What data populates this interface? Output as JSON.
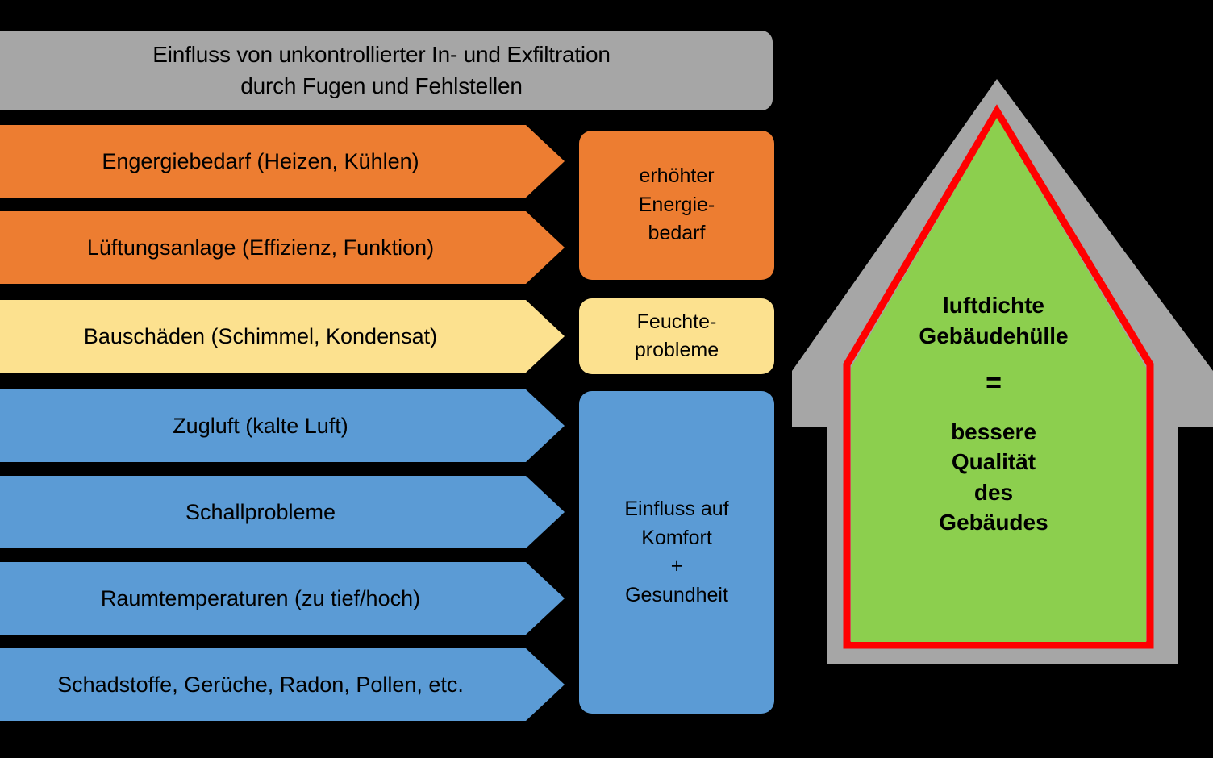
{
  "header": {
    "line1": "Einfluss von unkontrollierter In- und Exfiltration",
    "line2": "durch Fugen und Fehlstellen",
    "color": "#A6A6A6"
  },
  "colors": {
    "orange": "#ED7D31",
    "yellow": "#FCE18F",
    "blue": "#5B9BD5",
    "grey": "#A6A6A6",
    "green": "#8CCF4E",
    "red": "#FF0000",
    "background": "#000000",
    "text": "#000000"
  },
  "arrows": [
    {
      "label": "Engergiebedarf (Heizen, Kühlen)",
      "color": "#ED7D31",
      "group": "energie"
    },
    {
      "label": "Lüftungsanlage (Effizienz, Funktion)",
      "color": "#ED7D31",
      "group": "energie"
    },
    {
      "label": "Bauschäden (Schimmel, Kondensat)",
      "color": "#FCE18F",
      "group": "feuchte"
    },
    {
      "label": "Zugluft (kalte Luft)",
      "color": "#5B9BD5",
      "group": "komfort"
    },
    {
      "label": "Schallprobleme",
      "color": "#5B9BD5",
      "group": "komfort"
    },
    {
      "label": "Raumtemperaturen (zu tief/hoch)",
      "color": "#5B9BD5",
      "group": "komfort"
    },
    {
      "label": "Schadstoffe, Gerüche, Radon, Pollen, etc.",
      "color": "#5B9BD5",
      "group": "komfort"
    }
  ],
  "groups": [
    {
      "id": "energie",
      "color": "#ED7D31",
      "lines": [
        "erhöhter",
        "Energie-",
        "bedarf"
      ]
    },
    {
      "id": "feuchte",
      "color": "#FCE18F",
      "lines": [
        "Feuchte-",
        "probleme"
      ]
    },
    {
      "id": "komfort",
      "color": "#5B9BD5",
      "lines": [
        "Einfluss auf",
        "Komfort",
        "+",
        "Gesundheit"
      ]
    }
  ],
  "house": {
    "wall_color": "#A6A6A6",
    "inner_outline_color": "#FF0000",
    "fill_color": "#8CCF4E",
    "line1": "luftdichte",
    "line2": "Gebäudehülle",
    "equals": "=",
    "line3": "bessere",
    "line4": "Qualität",
    "line5": "des",
    "line6": "Gebäudes"
  }
}
